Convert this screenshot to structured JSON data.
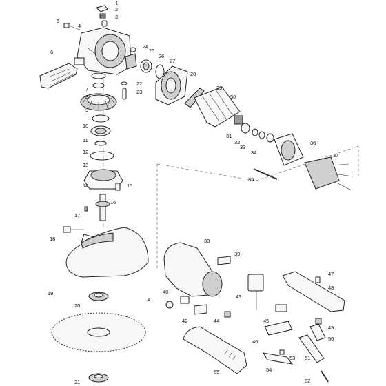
{
  "callouts": [
    {
      "id": "c1",
      "label": "1"
    },
    {
      "id": "c2",
      "label": "2"
    },
    {
      "id": "c3",
      "label": "3"
    },
    {
      "id": "c4",
      "label": "4"
    },
    {
      "id": "c5",
      "label": "5"
    },
    {
      "id": "c6",
      "label": "6"
    },
    {
      "id": "c7",
      "label": "7"
    },
    {
      "id": "c8",
      "label": "8"
    },
    {
      "id": "c9",
      "label": "9"
    },
    {
      "id": "c10",
      "label": "10"
    },
    {
      "id": "c11",
      "label": "11"
    },
    {
      "id": "c12",
      "label": "12"
    },
    {
      "id": "c13",
      "label": "13"
    },
    {
      "id": "c14",
      "label": "14"
    },
    {
      "id": "c15",
      "label": "15"
    },
    {
      "id": "c16",
      "label": "16"
    },
    {
      "id": "c17",
      "label": "17"
    },
    {
      "id": "c18",
      "label": "18"
    },
    {
      "id": "c19",
      "label": "19"
    },
    {
      "id": "c20",
      "label": "20"
    },
    {
      "id": "c21",
      "label": "21"
    },
    {
      "id": "c22",
      "label": "22"
    },
    {
      "id": "c23",
      "label": "23"
    },
    {
      "id": "c24",
      "label": "24"
    },
    {
      "id": "c25",
      "label": "25"
    },
    {
      "id": "c26",
      "label": "26"
    },
    {
      "id": "c27",
      "label": "27"
    },
    {
      "id": "c28",
      "label": "28"
    },
    {
      "id": "c29",
      "label": "29"
    },
    {
      "id": "c30",
      "label": "30"
    },
    {
      "id": "c31",
      "label": "31"
    },
    {
      "id": "c32",
      "label": "32"
    },
    {
      "id": "c33",
      "label": "33"
    },
    {
      "id": "c34",
      "label": "34"
    },
    {
      "id": "c35",
      "label": "35"
    },
    {
      "id": "c36",
      "label": "36"
    },
    {
      "id": "c37",
      "label": "37"
    },
    {
      "id": "c38",
      "label": "38"
    },
    {
      "id": "c39",
      "label": "39"
    },
    {
      "id": "c40",
      "label": "40"
    },
    {
      "id": "c41",
      "label": "41"
    },
    {
      "id": "c42",
      "label": "42"
    },
    {
      "id": "c43",
      "label": "43"
    },
    {
      "id": "c44",
      "label": "44"
    },
    {
      "id": "c45",
      "label": "45"
    },
    {
      "id": "c46",
      "label": "46"
    },
    {
      "id": "c47",
      "label": "47"
    },
    {
      "id": "c48",
      "label": "48"
    },
    {
      "id": "c49",
      "label": "49"
    },
    {
      "id": "c50",
      "label": "50"
    },
    {
      "id": "c51",
      "label": "51"
    },
    {
      "id": "c52",
      "label": "52"
    },
    {
      "id": "c53",
      "label": "53"
    },
    {
      "id": "c54",
      "label": "54"
    },
    {
      "id": "c55",
      "label": "55"
    }
  ]
}
